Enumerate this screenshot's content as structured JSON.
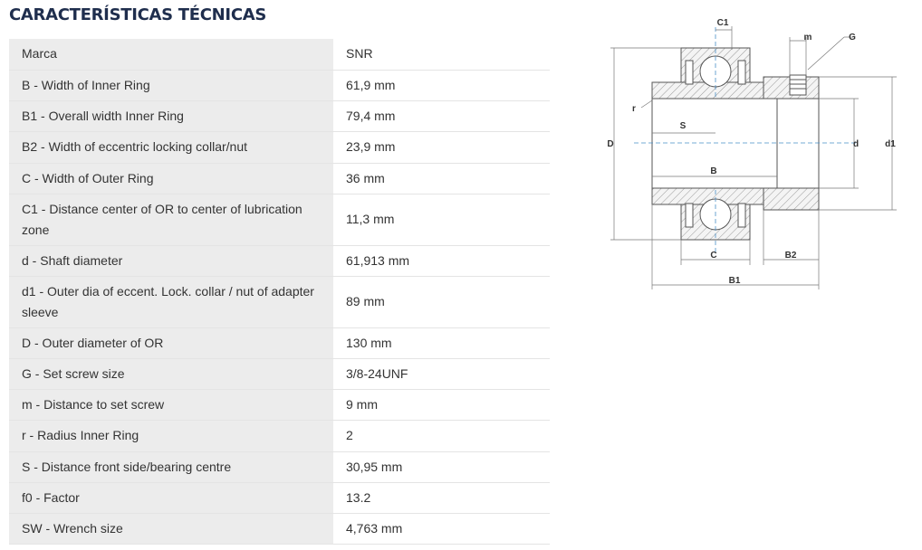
{
  "section": {
    "title": "CARACTERÍSTICAS TÉCNICAS"
  },
  "specs": [
    {
      "label": "Marca",
      "value": "SNR"
    },
    {
      "label": "B - Width of Inner Ring",
      "value": "61,9 mm"
    },
    {
      "label": "B1 - Overall width Inner Ring",
      "value": "79,4 mm"
    },
    {
      "label": "B2 - Width of eccentric locking collar/nut",
      "value": "23,9 mm"
    },
    {
      "label": "C - Width of Outer Ring",
      "value": "36 mm"
    },
    {
      "label": "C1 - Distance center of OR to center of lubrication zone",
      "value": "11,3 mm"
    },
    {
      "label": "d - Shaft diameter",
      "value": "61,913 mm"
    },
    {
      "label": "d1 - Outer dia of eccent. Lock. collar / nut of adapter sleeve",
      "value": "89 mm"
    },
    {
      "label": "D - Outer diameter of OR",
      "value": "130 mm"
    },
    {
      "label": "G - Set screw size",
      "value": "3/8-24UNF"
    },
    {
      "label": "m - Distance to set screw",
      "value": "9 mm"
    },
    {
      "label": "r - Radius Inner Ring",
      "value": "2"
    },
    {
      "label": "S - Distance front side/bearing centre",
      "value": "30,95 mm"
    },
    {
      "label": "f0 - Factor",
      "value": "13.2"
    },
    {
      "label": "SW - Wrench size",
      "value": "4,763 mm"
    }
  ],
  "diagram": {
    "labels": {
      "C1": "C1",
      "m": "m",
      "G": "G",
      "r": "r",
      "S": "S",
      "D": "D",
      "d": "d",
      "d1": "d1",
      "B": "B",
      "C": "C",
      "B2": "B2",
      "B1": "B1"
    }
  },
  "colors": {
    "title": "#1f2e4d",
    "label_bg": "#ececec",
    "drawing": "#555555",
    "axis": "#4a90c8"
  }
}
